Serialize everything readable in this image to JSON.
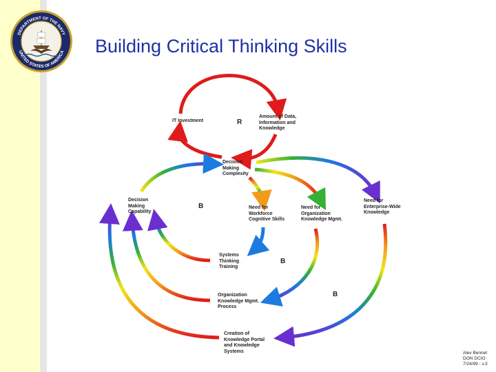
{
  "slide": {
    "title": "Building Critical Thinking Skills",
    "seal_text": "DEPARTMENT OF THE NAVY · UNITED STATES OF AMERICA",
    "footer": "Alex Bennet\nDON DCIO\n7/24/99 - v.3"
  },
  "diagram": {
    "nodes": {
      "it_investment": "IT Investment",
      "amount_of_data": "Amount of Data,\nInformation and\nKnowledge",
      "decision_complexity": "Decision\nMaking\nComplexity",
      "decision_capability": "Decision\nMaking\nCapability",
      "need_workforce": "Need for\nWorkforce\nCognitive Skills",
      "need_org_km": "Need for\nOrganization\nKnowledge Mgmt.",
      "need_enterprise": "Need for\nEnterprise-Wide\nKnowledge",
      "systems_thinking": "Systems\nThinking\nTraining",
      "org_km_process": "Organization\nKnowledge Mgmt.\nProcess",
      "knowledge_portal": "Creation of\nKnowledge Portal\nand Knowledge\nSystems"
    },
    "loops": {
      "r": "R",
      "b1": "B",
      "b2": "B",
      "b3": "B"
    }
  },
  "colors": {
    "title": "#1f2fa8",
    "sidebar": "#ffffcc",
    "rainbow": [
      "#e01b1b",
      "#f39b1b",
      "#f1e51b",
      "#35b135",
      "#1b7be0",
      "#6b2fd0"
    ]
  }
}
